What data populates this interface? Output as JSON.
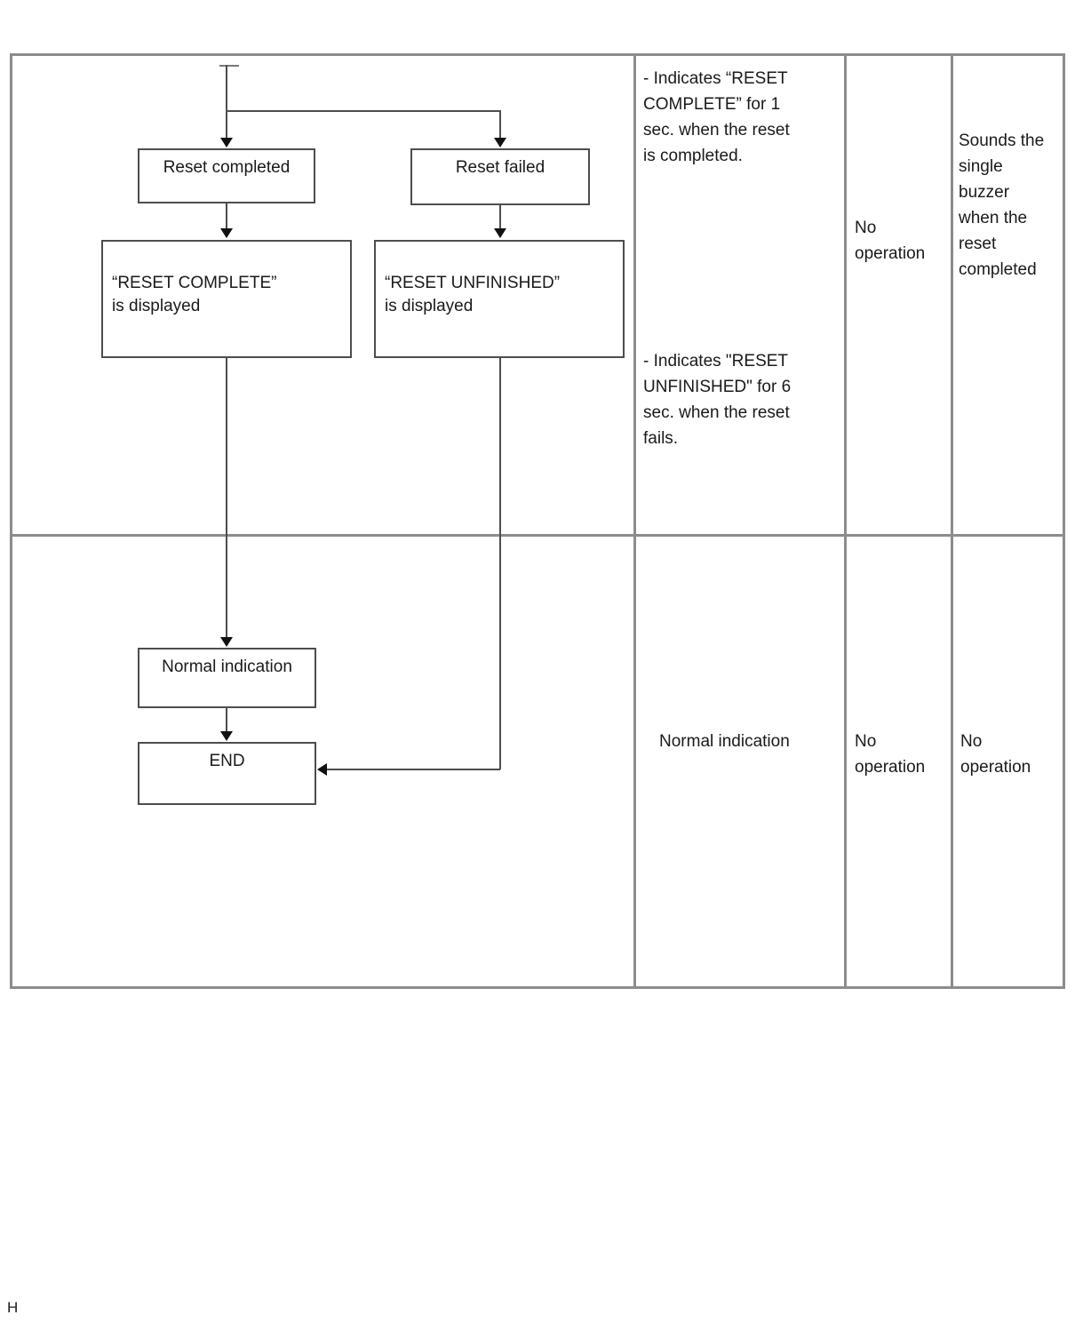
{
  "page_marker": "H",
  "table": {
    "rows": [
      {
        "id": "reset-result-row",
        "flowchart": {
          "nodes": [
            {
              "id": "reset-completed",
              "label": "Reset completed"
            },
            {
              "id": "reset-failed",
              "label": "Reset failed"
            },
            {
              "id": "reset-complete-displayed",
              "label": "“RESET COMPLETE”\nis displayed"
            },
            {
              "id": "reset-unfinished-displayed",
              "label": "“RESET UNFINISHED”\nis displayed"
            }
          ]
        },
        "indication": {
          "note_1": "- Indicates “RESET\nCOMPLETE” for 1\nsec. when the reset\nis completed.",
          "note_2": "- Indicates \"RESET\nUNFINISHED\" for 6\nsec. when the reset\nfails."
        },
        "operation": "No\noperation",
        "buzzer": "Sounds the\nsingle\nbuzzer\nwhen the\nreset\ncompleted"
      },
      {
        "id": "normal-end-row",
        "flowchart": {
          "nodes": [
            {
              "id": "normal-indication",
              "label": "Normal indication"
            },
            {
              "id": "end",
              "label": "END"
            }
          ]
        },
        "indication": {
          "note_1": "Normal indication"
        },
        "operation": "No\noperation",
        "buzzer": "No\noperation"
      }
    ]
  },
  "colors": {
    "table_border": "#8c8c8c",
    "box_border": "#4d4d4d",
    "line": "#4d4d4d",
    "text": "#1a1a1a",
    "background": "#ffffff"
  }
}
